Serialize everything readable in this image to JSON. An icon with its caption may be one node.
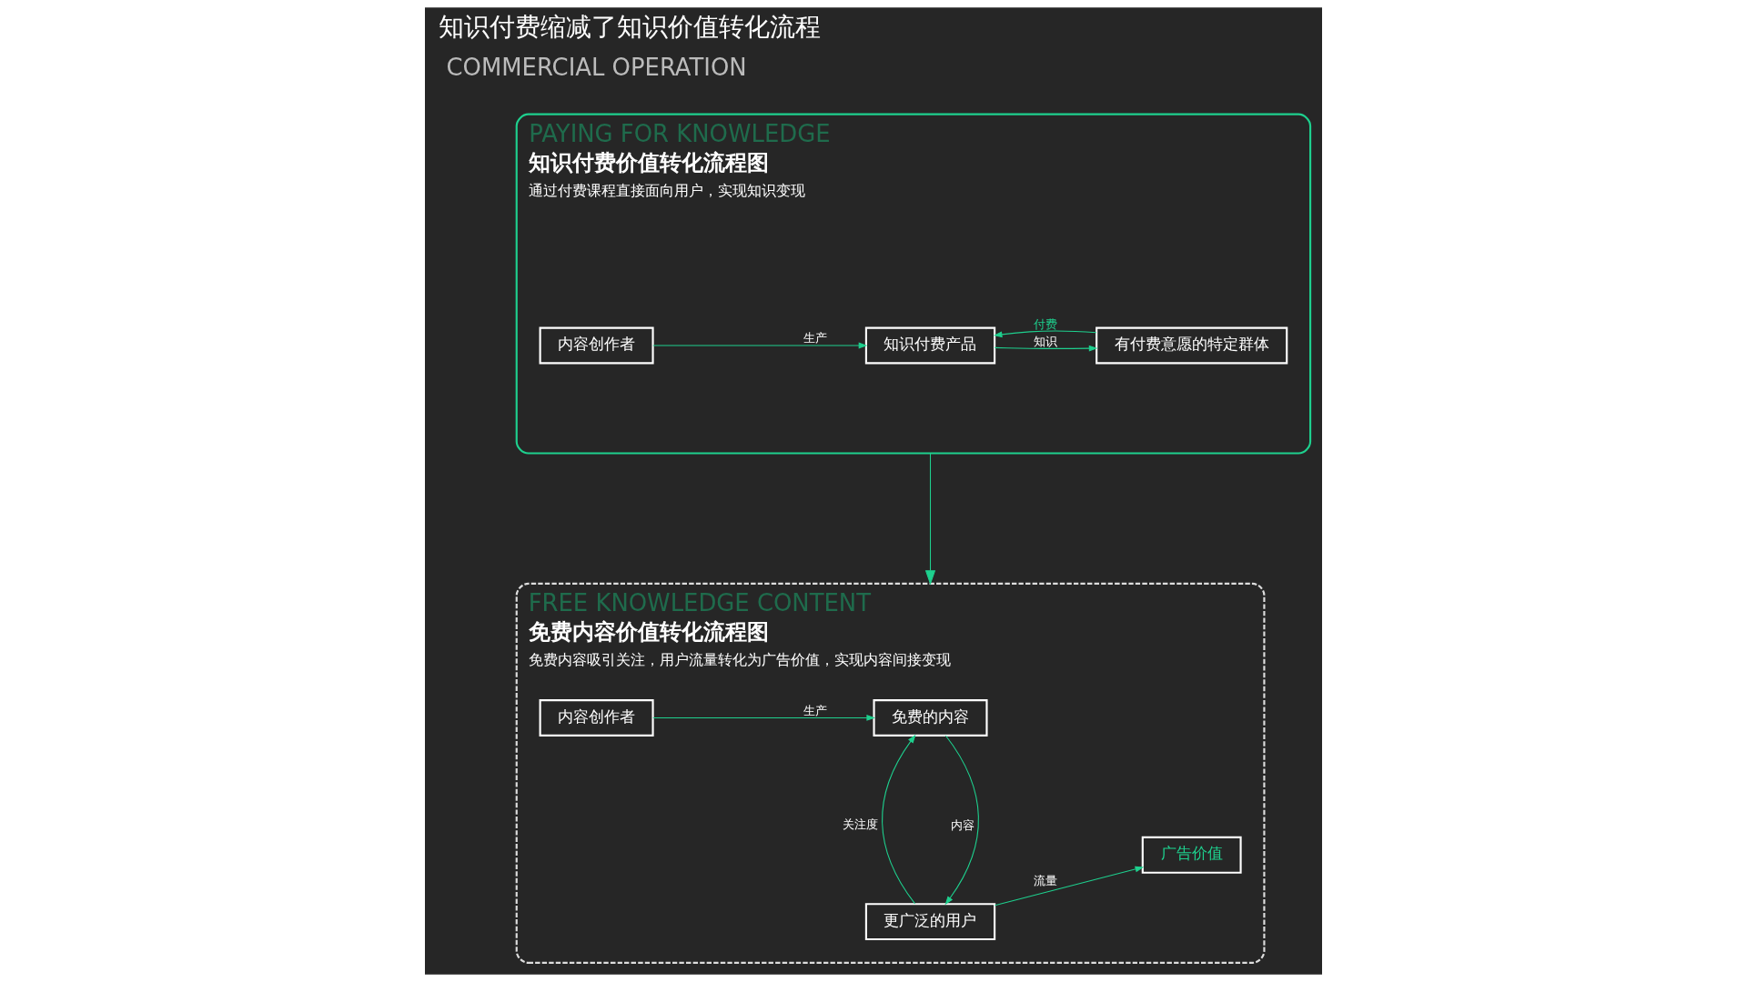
{
  "diagram": {
    "title": "知识付费缩减了知识价值转化流程",
    "nodes": [
      {
        "text": [
          "PAYING FOR KNOWLEDGE",
          "知识付费价值转化流程图",
          "通过付费课程直接面向用户，实现知识变现"
        ]
      },
      {
        "text": [
          "内容创作者"
        ],
        "in": 0
      },
      {
        "text": [
          "知识付费产品"
        ],
        "in": 0
      },
      {
        "text": [
          "有付费意愿的特定群体"
        ],
        "in": 0
      },
      {
        "text": [
          "FREE KNOWLEDGE CONTENT",
          "免费内容价值转化流程图",
          "免费内容吸引关注，用户流量转化为广告价值，实现内容间接变现"
        ]
      },
      {
        "text": [
          "内容创作者"
        ],
        "in": 4
      },
      {
        "text": [
          "免费的内容"
        ],
        "in": 4
      },
      {
        "text": [
          "更广泛的用户"
        ],
        "in": 4
      },
      {
        "text": [
          "广告价值"
        ],
        "in": 4
      }
    ],
    "edges": [
      {
        "from": 1,
        "to": 2,
        "label": "生产",
        "arrow": "to"
      },
      {
        "from": 2,
        "to": 3,
        "label": "知识",
        "arrow": "to"
      },
      {
        "from": 3,
        "to": 2,
        "label": "付费",
        "arrow": "to"
      },
      {
        "from": 0,
        "to": 4,
        "arrow": "to"
      },
      {
        "from": 5,
        "to": 6,
        "label": "生产",
        "arrow": "to"
      },
      {
        "from": 6,
        "to": 7,
        "label": "内容",
        "arrow": "to"
      },
      {
        "from": 7,
        "to": 6,
        "label": "关注度",
        "arrow": "to"
      },
      {
        "from": 7,
        "to": 8,
        "label": "流量",
        "arrow": "to"
      }
    ],
    "labels": [
      "COMMERCIAL OPERATION"
    ]
  }
}
